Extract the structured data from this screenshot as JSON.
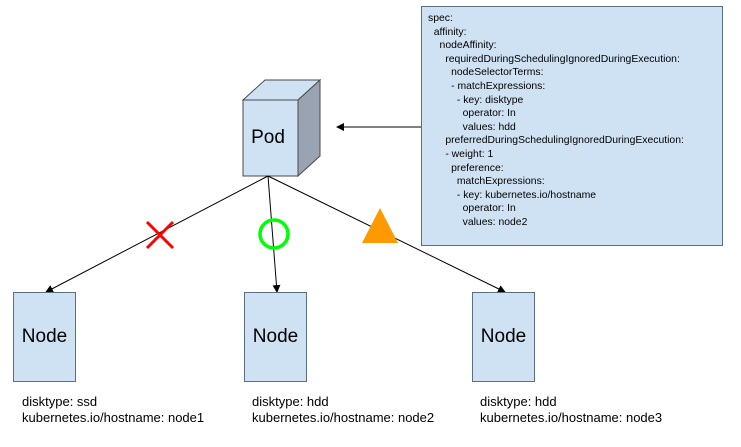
{
  "pod": {
    "label": "Pod"
  },
  "nodes": [
    {
      "label": "Node",
      "disktype": "disktype: ssd",
      "hostname": "kubernetes.io/hostname: node1",
      "status": "cross"
    },
    {
      "label": "Node",
      "disktype": "disktype: hdd",
      "hostname": "kubernetes.io/hostname: node2",
      "status": "circle"
    },
    {
      "label": "Node",
      "disktype": "disktype: hdd",
      "hostname": "kubernetes.io/hostname: node3",
      "status": "triangle"
    }
  ],
  "spec": {
    "lines": [
      "spec:",
      "  affinity:",
      "    nodeAffinity:",
      "      requiredDuringSchedulingIgnoredDuringExecution:",
      "        nodeSelectorTerms:",
      "        - matchExpressions:",
      "          - key: disktype",
      "            operator: In",
      "            values: hdd",
      "      preferredDuringSchedulingIgnoredDuringExecution:",
      "      - weight: 1",
      "        preference:",
      "          matchExpressions:",
      "          - key: kubernetes.io/hostname",
      "            operator: In",
      "            values: node2"
    ]
  },
  "colors": {
    "box_fill": "#cfe2f3",
    "cross": "#ff0000",
    "circle": "#00ff00",
    "triangle": "#ff9900"
  }
}
